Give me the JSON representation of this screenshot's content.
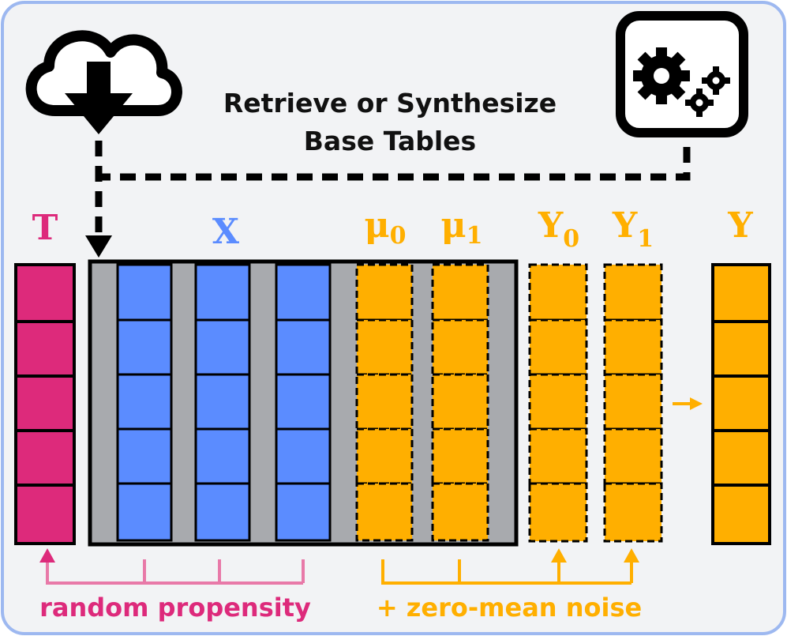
{
  "title": {
    "line1": "Retrieve or Synthesize",
    "line2": "Base Tables"
  },
  "icons": {
    "download": "cloud-download-icon",
    "settings": "gears-icon"
  },
  "labels": {
    "treatment": "T",
    "covariates": "X",
    "mu": "μ",
    "y": "Y",
    "sub0": "0",
    "sub1": "1",
    "outcome": "Y"
  },
  "bottom": {
    "left": "random propensity",
    "right": "+ zero-mean noise"
  },
  "colors": {
    "treatment": "#dd2a7b",
    "covariates": "#5b8cff",
    "outcome": "#ffaf00",
    "gray": "#a8aaae",
    "border": "#9db8f0",
    "background": "#f2f3f5"
  }
}
